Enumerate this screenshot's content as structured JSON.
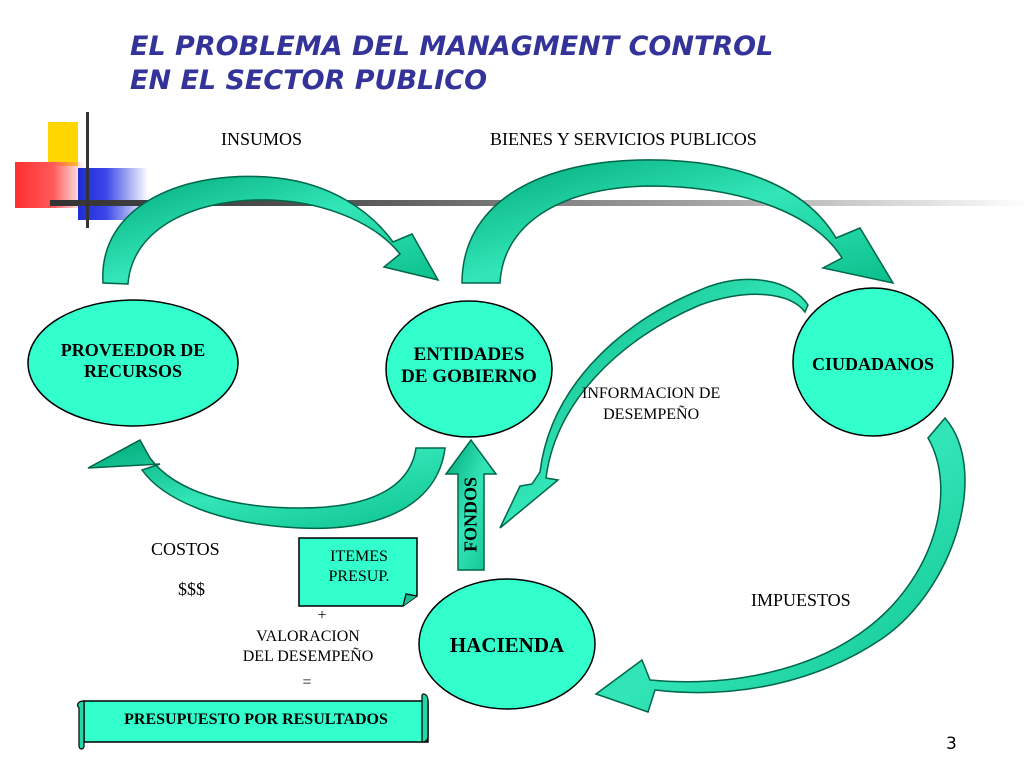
{
  "title": {
    "line1": "EL PROBLEMA DEL MANAGMENT CONTROL",
    "line2": "EN EL SECTOR PUBLICO"
  },
  "flow_labels": {
    "insumos": "INSUMOS",
    "bienes": "BIENES Y SERVICIOS PUBLICOS",
    "informacion_line1": "INFORMACION DE",
    "informacion_line2": "DESEMPEÑO",
    "fondos": "FONDOS",
    "costos": "COSTOS",
    "costos_value": "$$$",
    "impuestos": "IMPUESTOS"
  },
  "nodes": {
    "proveedor_line1": "PROVEEDOR DE",
    "proveedor_line2": "RECURSOS",
    "entidades_line1": "ENTIDADES",
    "entidades_line2": "DE GOBIERNO",
    "ciudadanos": "CIUDADANOS",
    "hacienda": "HACIENDA"
  },
  "equation": {
    "items_line1": "ITEMES",
    "items_line2": "PRESUP.",
    "plus": "+",
    "valoracion_line1": "VALORACION",
    "valoracion_line2": "DEL DESEMPEÑO",
    "equals": "=",
    "result": "PRESUPUESTO POR RESULTADOS"
  },
  "page_number": "3",
  "colors": {
    "node_fill": "#33ffcc",
    "arrow_fill": "#2ee0b0",
    "arrow_dark": "#009966",
    "title": "#333399"
  }
}
